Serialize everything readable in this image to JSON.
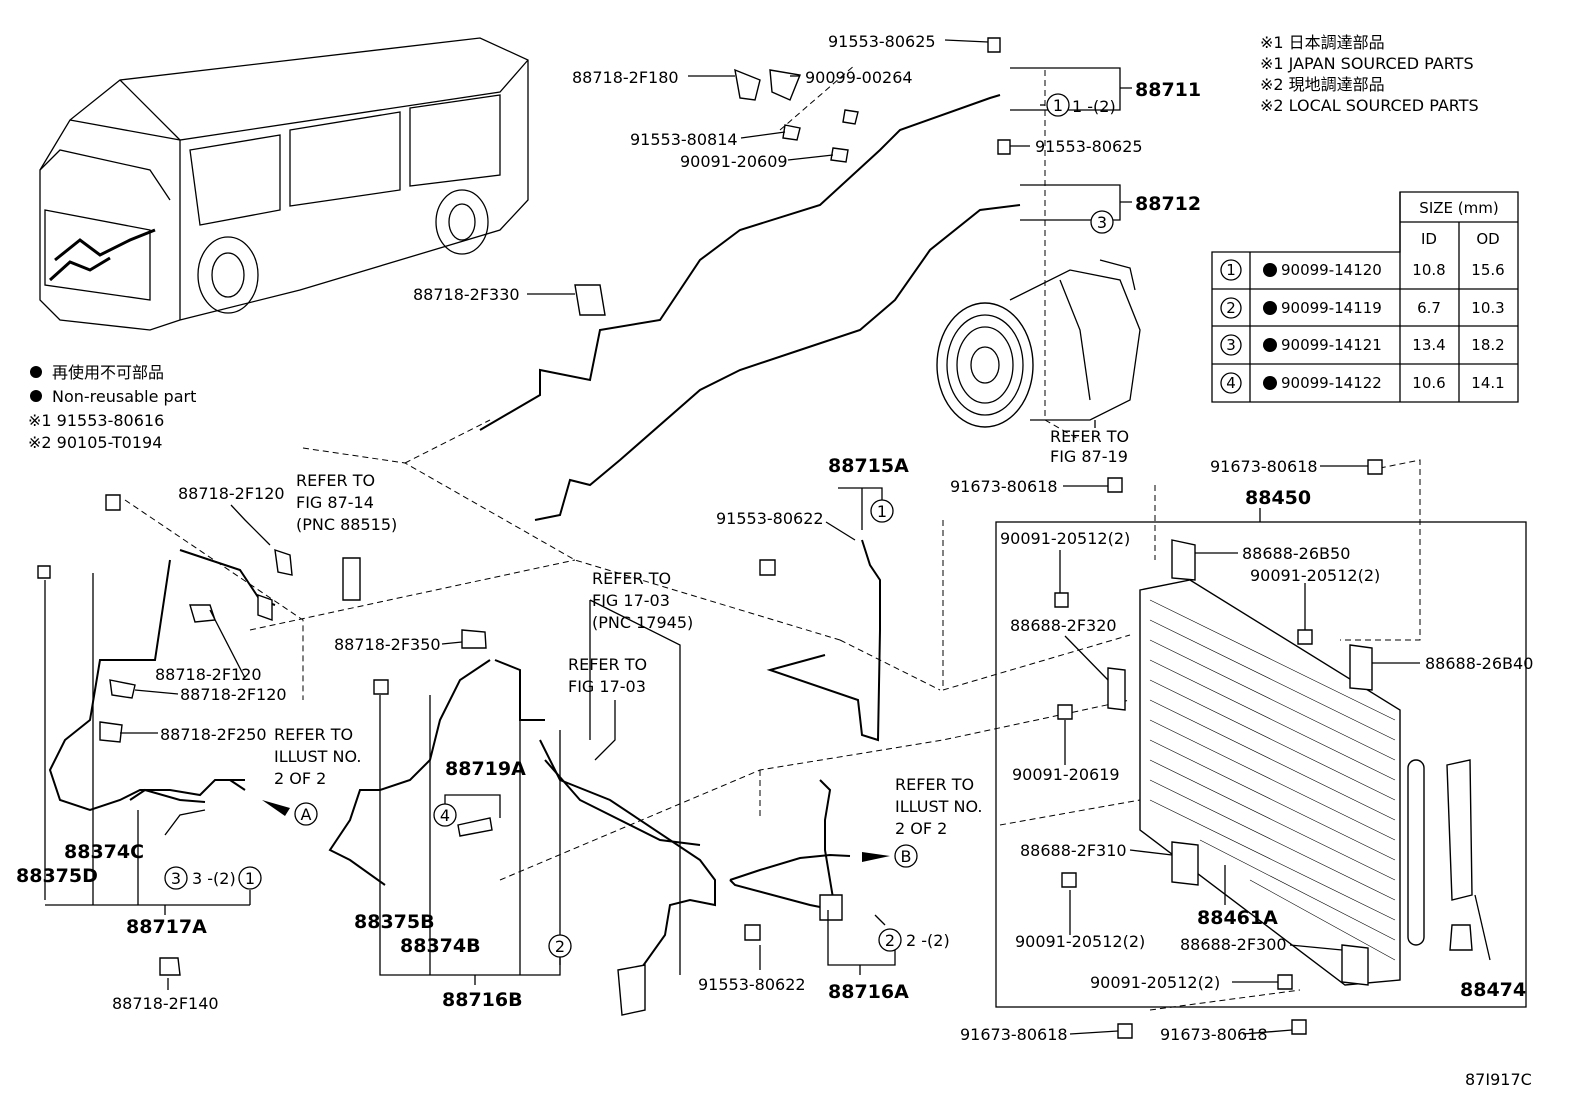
{
  "notes": {
    "top_right": [
      "※1 日本調達部品",
      "※1 JAPAN SOURCED PARTS",
      "※2 現地調達部品",
      "※2 LOCAL SOURCED PARTS"
    ],
    "left": [
      "再使用不可部品",
      "Non-reusable part",
      "※1 91553-80616",
      "※2 90105-T0194"
    ]
  },
  "size_table": {
    "header": "SIZE (mm)",
    "col_id": "ID",
    "col_od": "OD",
    "rows": [
      {
        "num": "1",
        "part": "90099-14120",
        "id": "10.8",
        "od": "15.6"
      },
      {
        "num": "2",
        "part": "90099-14119",
        "id": "6.7",
        "od": "10.3"
      },
      {
        "num": "3",
        "part": "90099-14121",
        "id": "13.4",
        "od": "18.2"
      },
      {
        "num": "4",
        "part": "90099-14122",
        "id": "10.6",
        "od": "14.1"
      }
    ]
  },
  "labels": {
    "p91553_80625_top": "91553-80625",
    "p88718_2F180": "88718-2F180",
    "p90099_00264": "90099-00264",
    "p88711": "88711",
    "p88711_qty": "1 -(2)",
    "p91553_80814": "91553-80814",
    "p90091_20609": "90091-20609",
    "p91553_80625_mid": "91553-80625",
    "p88712": "88712",
    "p88718_2F330": "88718-2F330",
    "refer_87_19_a": "REFER TO",
    "refer_87_19_b": "FIG 87-19",
    "p88715A": "88715A",
    "p91553_80622_a": "91553-80622",
    "p91673_80618_a": "91673-80618",
    "p91673_80618_b": "91673-80618",
    "p88450": "88450",
    "p90091_20512_a": "90091-20512(2)",
    "p88688_26B50": "88688-26B50",
    "p90091_20512_b": "90091-20512(2)",
    "p88688_2F320": "88688-2F320",
    "p88688_26B40": "88688-26B40",
    "p90091_20619": "90091-20619",
    "p88718_2F120_a": "88718-2F120",
    "refer_87_14_a": "REFER TO",
    "refer_87_14_b": "FIG 87-14",
    "refer_87_14_c": "(PNC 88515)",
    "p88718_2F120_b": "88718-2F120",
    "p88718_2F120_c": "88718-2F120",
    "p88718_2F250": "88718-2F250",
    "refer_ill_a1": "REFER TO",
    "refer_ill_a2": "ILLUST NO.",
    "refer_ill_a3": "2 OF 2",
    "p88374C": "88374C",
    "p88375D": "88375D",
    "p88717A": "88717A",
    "p88718_2F140": "88718-2F140",
    "qty_3_2": "3 -(2)",
    "refer_17_03_a1": "REFER TO",
    "refer_17_03_a2": "FIG 17-03",
    "refer_17_03_a3": "(PNC 17945)",
    "refer_17_03_b1": "REFER TO",
    "refer_17_03_b2": "FIG 17-03",
    "p88718_2F350": "88718-2F350",
    "p88719A": "88719A",
    "p88375B": "88375B",
    "p88374B": "88374B",
    "p88716B": "88716B",
    "refer_ill_b1": "REFER TO",
    "refer_ill_b2": "ILLUST NO.",
    "refer_ill_b3": "2 OF 2",
    "p91553_80622_b": "91553-80622",
    "p88716A": "88716A",
    "qty_2_2": "2 -(2)",
    "p88688_2F310": "88688-2F310",
    "p90091_20512_c": "90091-20512(2)",
    "p88461A": "88461A",
    "p88688_2F300": "88688-2F300",
    "p90091_20512_d": "90091-20512(2)",
    "p88474": "88474",
    "p91673_80618_c": "91673-80618",
    "p91673_80618_d": "91673-80618",
    "fig_code": "87I917C",
    "marker_a": "A",
    "marker_b": "B",
    "c1": "1",
    "c2": "2",
    "c3": "3",
    "c4": "4"
  }
}
